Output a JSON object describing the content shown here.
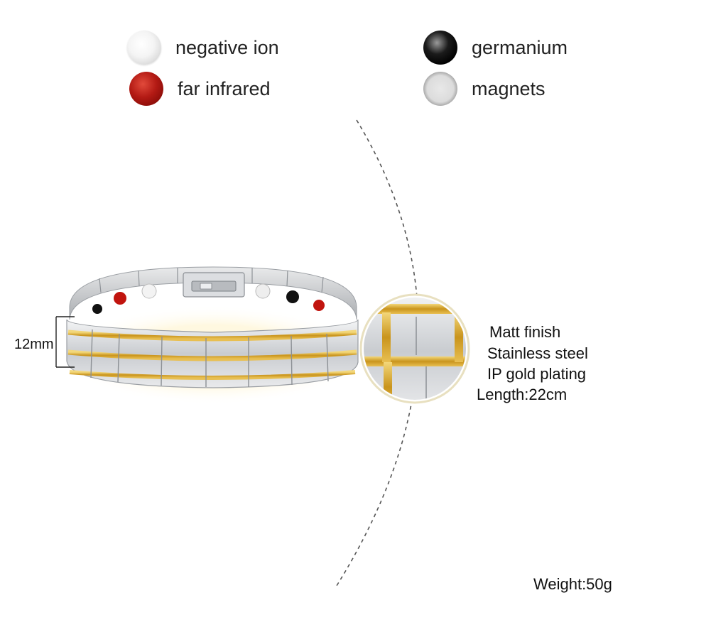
{
  "legend": {
    "items": [
      {
        "label": "negative ion",
        "stone": "white"
      },
      {
        "label": "far infrared",
        "stone": "red"
      },
      {
        "label": "germanium",
        "stone": "black"
      },
      {
        "label": "magnets",
        "stone": "grey"
      }
    ]
  },
  "dimension": {
    "label": "12mm"
  },
  "specs": {
    "finish": "Matt finish",
    "material": "Stainless steel",
    "plating": "IP gold plating",
    "length": "Length:22cm"
  },
  "weight": "Weight:50g",
  "colors": {
    "gold": "#d9a92a",
    "silver": "#d4d6d8",
    "red_stone": "#b31a14",
    "black_stone": "#111111"
  }
}
